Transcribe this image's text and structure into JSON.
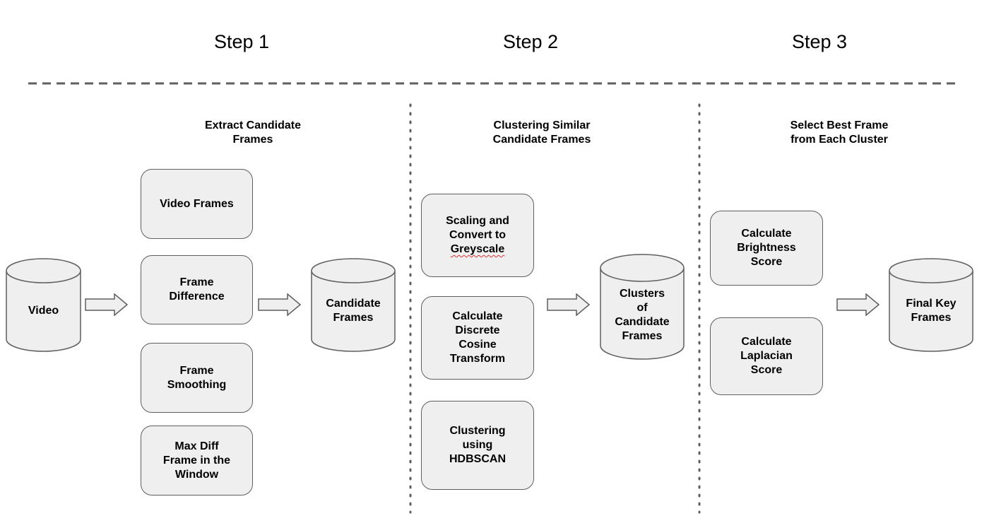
{
  "steps": [
    "Step 1",
    "Step 2",
    "Step 3"
  ],
  "sections": {
    "extract": "Extract Candidate\nFrames",
    "cluster": "Clustering Similar\nCandidate Frames",
    "select": "Select Best Frame\nfrom Each Cluster"
  },
  "stores": {
    "video": "Video",
    "candidate_frames": "Candidate\nFrames",
    "clusters": "Clusters\nof\nCandidate\nFrames",
    "final_key_frames": "Final Key\nFrames"
  },
  "step1_processes": [
    "Video Frames",
    "Frame\nDifference",
    "Frame\nSmoothing",
    "Max Diff\nFrame in the\nWindow"
  ],
  "step2_processes": [
    "Scaling and\nConvert to\nGreyscale",
    "Calculate\nDiscrete\nCosine\nTransform",
    "Clustering\nusing\nHDBSCAN"
  ],
  "step3_processes": [
    "Calculate\nBrightness\nScore",
    "Calculate\nLaplacian\nScore"
  ],
  "colors": {
    "box_fill": "#efefef",
    "box_border": "#5f5f5f",
    "divider": "#5f5f5f"
  }
}
